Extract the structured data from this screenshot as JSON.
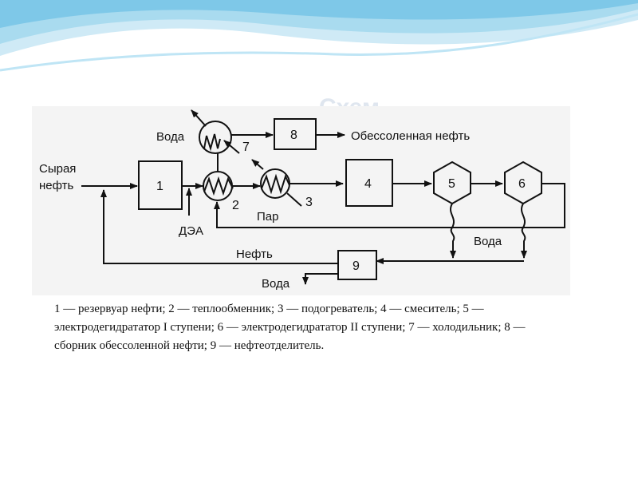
{
  "background_title": "Схем",
  "caption": "1  — резервуар нефти; 2 — теплообменник; 3 — подогреватель; 4 — смеситель; 5 — электродегидрататор I ступени; 6 — электродегидрататор II ступени; 7 — холодильник; 8 — сборник обессоленной нефти; 9 — нефтеотделитель.",
  "diagram": {
    "labels": {
      "raw_oil_line1": "Сырая",
      "raw_oil_line2": "нефть",
      "water_top": "Вода",
      "desalted_oil": "Обессоленная нефть",
      "dea": "ДЭА",
      "steam": "Пар",
      "oil": "Нефть",
      "water_right": "Вода",
      "water_bottom": "Вода"
    },
    "units": {
      "u1": "1",
      "u2": "2",
      "u3": "3",
      "u4": "4",
      "u5": "5",
      "u6": "6",
      "u7": "7",
      "u8": "8",
      "u9": "9"
    }
  },
  "colors": {
    "accent_wave": "#7ec8e8",
    "line": "#111111"
  }
}
